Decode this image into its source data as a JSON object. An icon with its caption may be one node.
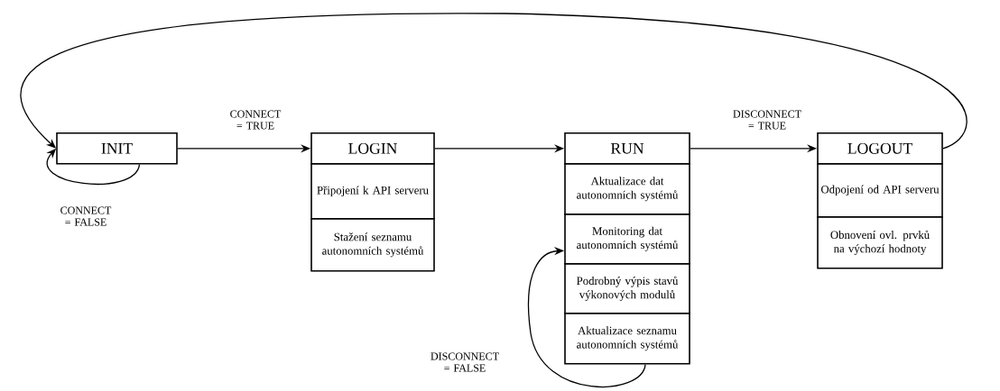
{
  "diagram": {
    "nodes": [
      {
        "text": [
          "INIT"
        ]
      },
      {
        "text": [
          "LOGIN"
        ]
      },
      {
        "text": [
          "Připojení k API serveru"
        ]
      },
      {
        "text": [
          "Stažení seznamu autonomních systémů"
        ]
      },
      {
        "text": [
          "RUN"
        ]
      },
      {
        "text": [
          "Aktualizace dat autonomních systémů"
        ]
      },
      {
        "text": [
          "Monitoring dat autonomních systémů"
        ]
      },
      {
        "text": [
          "Podrobný výpis stavů výkonových modulů"
        ]
      },
      {
        "text": [
          "Aktualizace seznamu autonomních systémů"
        ]
      },
      {
        "text": [
          "LOGOUT"
        ]
      },
      {
        "text": [
          "Odpojení od API serveru"
        ]
      },
      {
        "text": [
          "Obnovení ovl. prvků na výchozí hodnoty"
        ]
      }
    ],
    "edges": [
      {
        "from": 0,
        "to": 1,
        "arrow": "to",
        "label": "CONNECT = TRUE"
      },
      {
        "from": 1,
        "to": 4,
        "arrow": "to"
      },
      {
        "from": 4,
        "to": 9,
        "arrow": "to",
        "label": "DISCONNECT = TRUE"
      },
      {
        "from": 9,
        "to": 0,
        "arrow": "to"
      },
      {
        "from": 0,
        "to": 0,
        "arrow": "to",
        "label": "CONNECT = FALSE"
      },
      {
        "from": 8,
        "to": 6,
        "arrow": "to",
        "label": "DISCONNECT = FALSE"
      }
    ]
  }
}
